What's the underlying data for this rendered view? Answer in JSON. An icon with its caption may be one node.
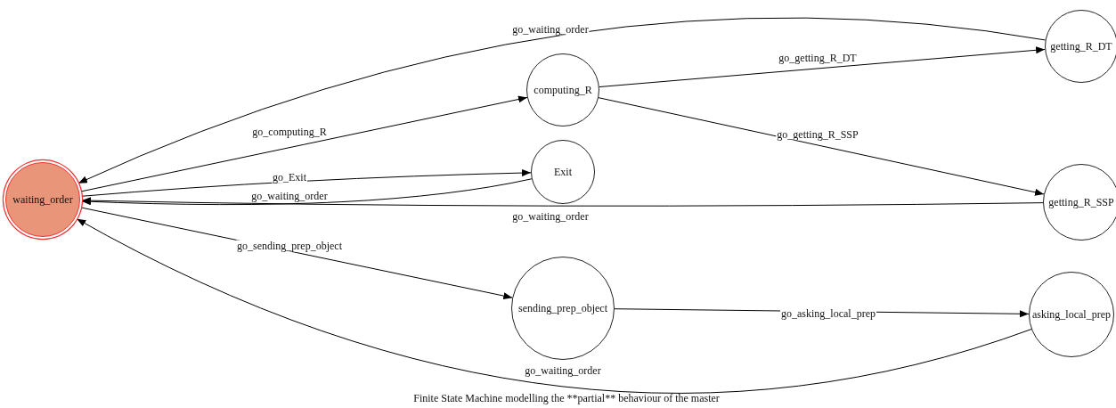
{
  "diagram": {
    "caption": "Finite State Machine modelling the **partial** behaviour of the master",
    "nodes": [
      {
        "text": [
          "waiting_order"
        ]
      },
      {
        "text": [
          "computing_R"
        ]
      },
      {
        "text": [
          "Exit"
        ]
      },
      {
        "text": [
          "getting_R_DT"
        ]
      },
      {
        "text": [
          "getting_R_SSP"
        ]
      },
      {
        "text": [
          "sending_prep_object"
        ]
      },
      {
        "text": [
          "asking_local_prep"
        ]
      }
    ],
    "edges": [
      {
        "from": 0,
        "to": 1,
        "arrow": "to",
        "label": "go_computing_R"
      },
      {
        "from": 0,
        "to": 2,
        "arrow": "to",
        "label": "go_Exit"
      },
      {
        "from": 2,
        "to": 0,
        "arrow": "to",
        "label": "go_waiting_order"
      },
      {
        "from": 3,
        "to": 0,
        "arrow": "to",
        "label": "go_waiting_order"
      },
      {
        "from": 1,
        "to": 3,
        "arrow": "to",
        "label": "go_getting_R_DT"
      },
      {
        "from": 1,
        "to": 4,
        "arrow": "to",
        "label": "go_getting_R_SSP"
      },
      {
        "from": 4,
        "to": 0,
        "arrow": "to",
        "label": "go_waiting_order"
      },
      {
        "from": 0,
        "to": 5,
        "arrow": "to",
        "label": "go_sending_prep_object"
      },
      {
        "from": 5,
        "to": 6,
        "arrow": "to",
        "label": "go_asking_local_prep"
      },
      {
        "from": 6,
        "to": 0,
        "arrow": "to",
        "label": "go_waiting_order"
      }
    ]
  }
}
